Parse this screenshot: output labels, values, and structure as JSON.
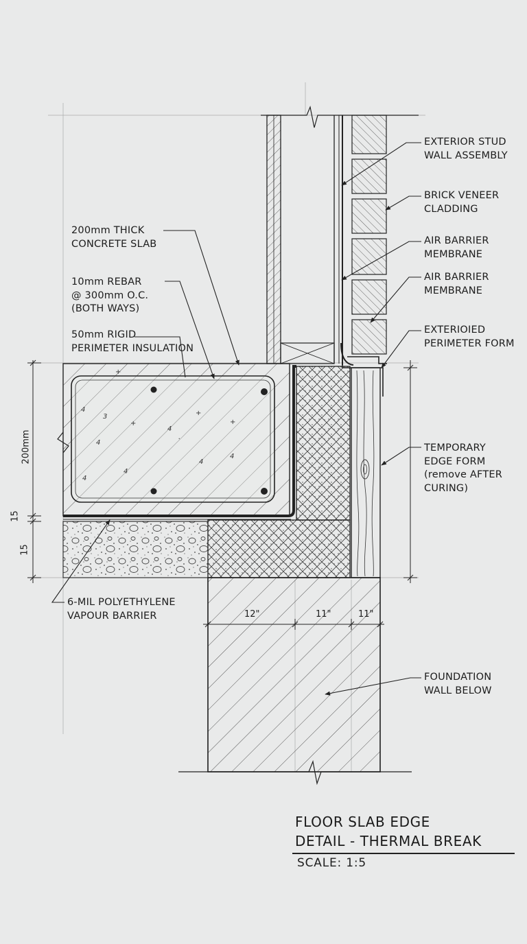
{
  "labels": {
    "stud_wall": [
      "EXTERIOR STUD",
      "WALL ASSEMBLY"
    ],
    "brick": [
      "BRICK VENEER",
      "CLADDING"
    ],
    "air_barrier_1": [
      "AIR BARRIER",
      "MEMBRANE"
    ],
    "air_barrier_2": [
      "AIR BARRIER",
      "MEMBRANE"
    ],
    "perimeter_form": [
      "EXTERIOIED",
      "PERIMETER FORM"
    ],
    "temp_form": [
      "TEMPORARY",
      "EDGE FORM",
      "(remove AFTER",
      "CURING)"
    ],
    "foundation": [
      "FOUNDATION",
      "WALL BELOW"
    ],
    "slab": [
      "200mm THICK",
      "CONCRETE SLAB"
    ],
    "rebar": [
      "10mm REBAR",
      "@ 300mm O.C.",
      "(BOTH WAYS)"
    ],
    "insulation": [
      "50mm RIGID",
      "PERIMETER INSULATION"
    ],
    "vapour": [
      "6-MIL POLYETHYLENE",
      "VAPOUR BARRIER"
    ]
  },
  "dimensions": {
    "slab_depth": "200mm",
    "layer_a": "15",
    "layer_b": "15",
    "w1": "12\"",
    "w2": "11\"",
    "w3": "11\""
  },
  "title": {
    "line1": "FLOOR SLAB EDGE",
    "line2": "DETAIL - THERMAL BREAK",
    "scale": "SCALE: 1:5"
  },
  "colors": {
    "paper": "#e9eaea",
    "ink": "#1e1e1e",
    "hatch": "#444444"
  }
}
